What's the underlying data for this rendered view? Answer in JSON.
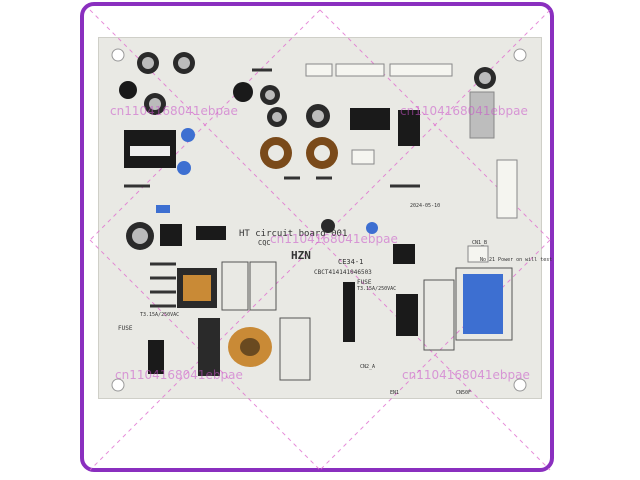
{
  "board": {
    "silkscreen_main": "HT circuit board 001",
    "model": "HZN",
    "part_code": "CBCT414141046503",
    "code_small": "CE34-1",
    "fuse_label": "FUSE",
    "fuse_rating": "T3.15A/250VAC",
    "fuse2_label": "FUSE",
    "fuse2_rating": "T3.15A/250VAC",
    "cqc": "CQC",
    "date_code": "2024-05-10",
    "note": "No 21 Power on will test",
    "cn_label": "CN1_B",
    "bottom_left": "EN1",
    "bottom_mid": "CN2_A",
    "bottom_right": "CN50F"
  },
  "watermarks": [
    "cn1104168041ebpae",
    "cn1104168041ebpae",
    "cn1104168041ebpae",
    "cn1104168041ebpae",
    "cn1104168041ebpae"
  ],
  "colors": {
    "frame": "#8a2fbf",
    "relay": "#3d6fd1",
    "copper": "#c98a36"
  }
}
